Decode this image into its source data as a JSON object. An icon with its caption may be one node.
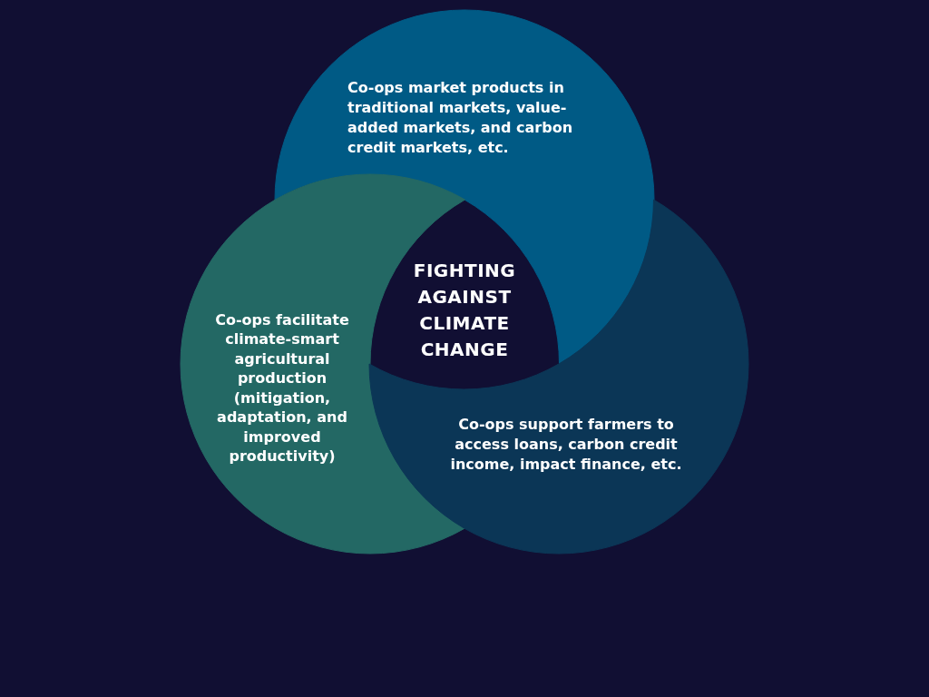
{
  "diagram": {
    "nodes": [
      {
        "text": [
          "Co-ops market products in traditional markets, value-added markets, and carbon credit markets, etc."
        ]
      },
      {
        "text": [
          "FIGHTING AGAINST CLIMATE CHANGE"
        ]
      },
      {
        "text": [
          "Co-ops facilitate climate-smart agricultural production (mitigation, adaptation, and improved productivity)"
        ]
      },
      {
        "text": [
          "Co-ops support farmers to access loans, carbon credit income, impact finance, etc."
        ]
      }
    ]
  }
}
